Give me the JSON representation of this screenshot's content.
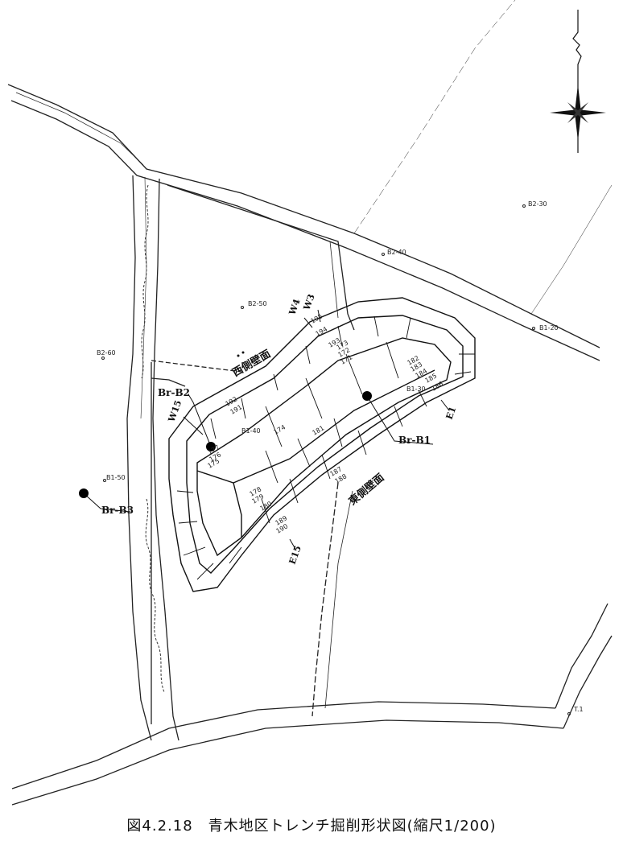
{
  "caption": "図4.2.18　青木地区トレンチ掘削形状図(縮尺1/200)",
  "labels": {
    "west_wall": "西側壁面",
    "east_wall": "東側壁面",
    "W4": "W4",
    "W3": "W3",
    "W15": "W15",
    "E1": "E1",
    "E15": "E15"
  },
  "boreholes": {
    "br_b1": "Br-B1",
    "br_b2": "Br-B2",
    "br_b3": "Br-B3"
  },
  "survey_points": {
    "b2_30": "B2-30",
    "b2_40": "B2-40",
    "b2_50": "B2-50",
    "b2_60": "B2-60",
    "b1_20": "B1-20",
    "b1_30": "B1-30",
    "b1_40": "B1-40",
    "b1_50": "B1-50",
    "t1": "T.1"
  },
  "trench_points": {
    "p171": "171",
    "p172": "172",
    "p173": "173",
    "p174": "174",
    "p175": "175",
    "p176": "176",
    "p177": "177",
    "p178": "178",
    "p179": "179",
    "p180": "180",
    "p181": "181",
    "p182": "182",
    "p183": "183",
    "p184": "184",
    "p185": "185",
    "p186": "186",
    "p187": "187",
    "p188": "188",
    "p189": "189",
    "p190": "190",
    "p191": "191",
    "p192": "192",
    "p193": "193",
    "p194": "194",
    "p195": "195"
  }
}
